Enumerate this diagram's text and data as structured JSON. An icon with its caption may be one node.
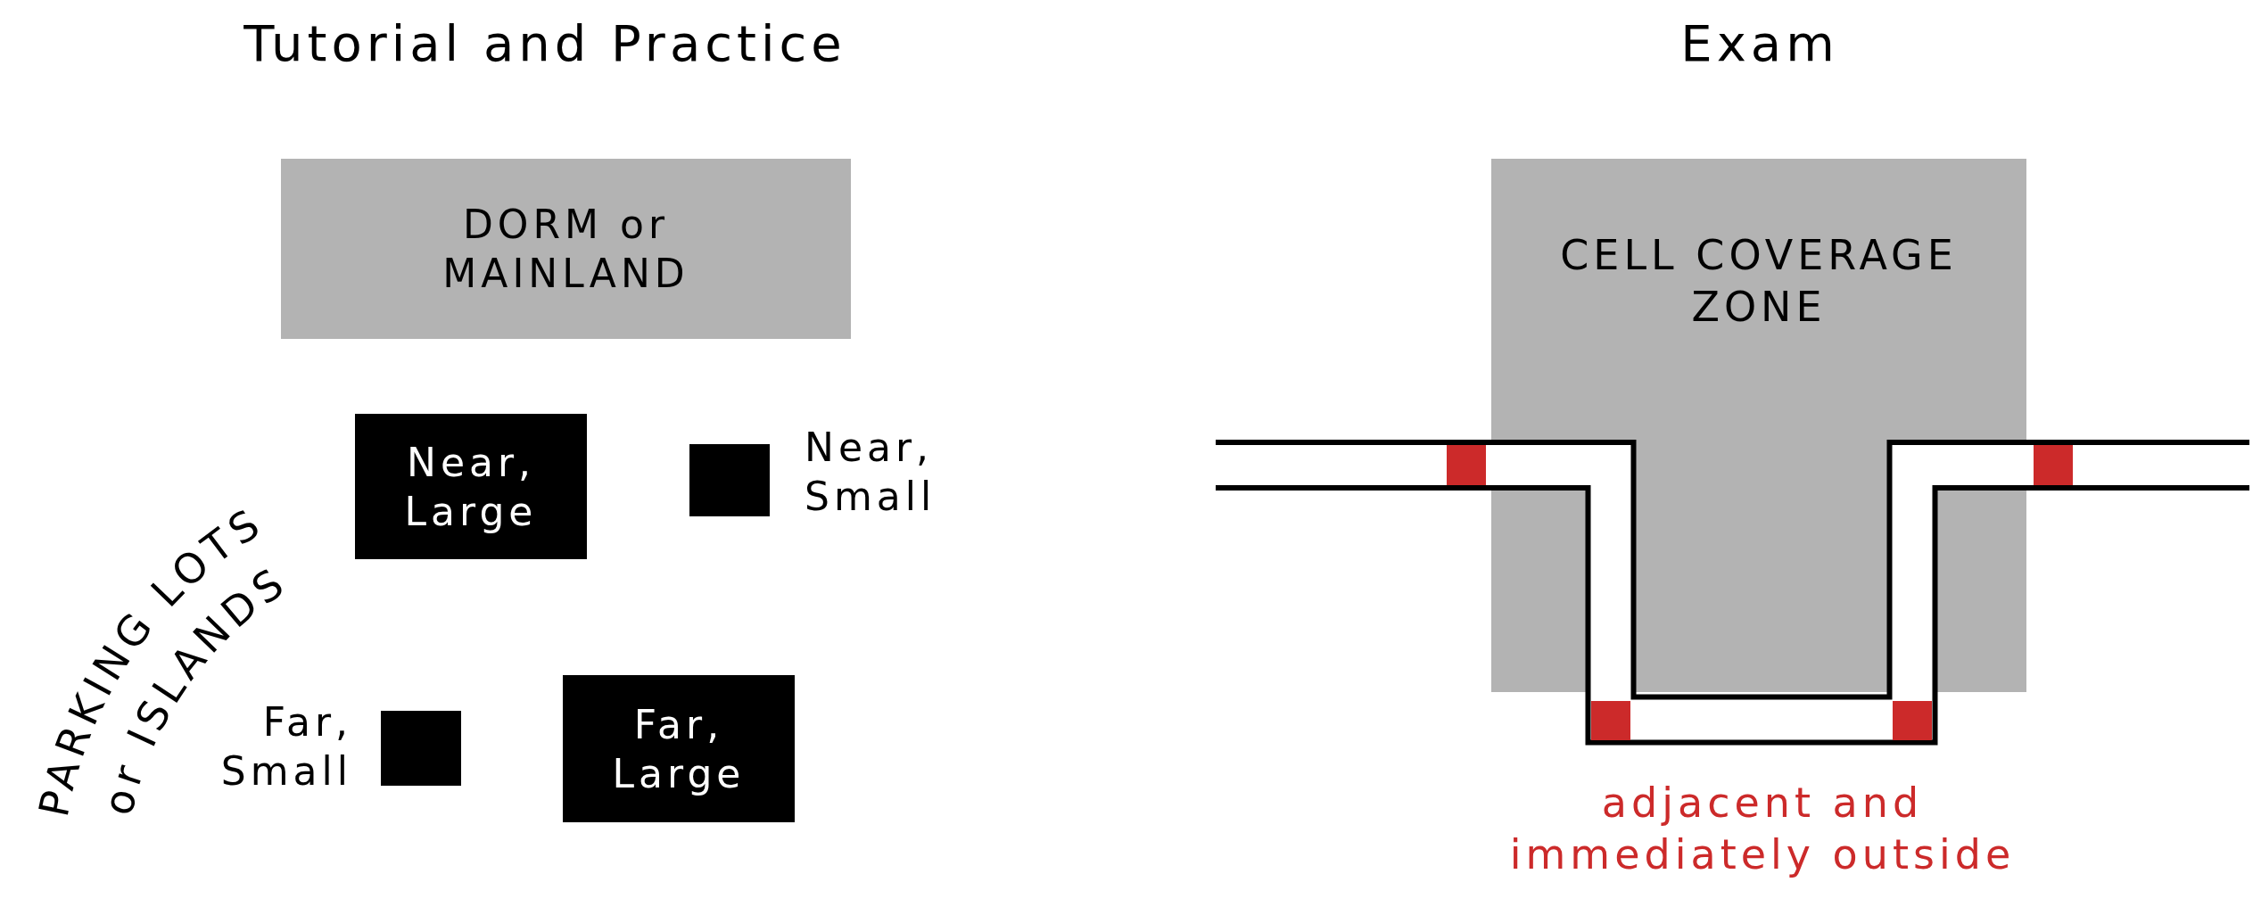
{
  "diagram": {
    "nodes": [
      {
        "text": [
          "DORM or MAINLAND"
        ]
      },
      {
        "text": [
          "Near, Large"
        ]
      },
      {
        "text": [],
        "shape": "box",
        "beside": [
          "Near, Small"
        ]
      },
      {
        "text": [],
        "shape": "box",
        "beside": [
          "Far, Small"
        ]
      },
      {
        "text": [
          "Far, Large"
        ]
      },
      {
        "text": [
          "CELL COVERAGE ZONE"
        ]
      }
    ],
    "labels": [
      "Tutorial and Practice",
      "Exam",
      "PARKING LOTS",
      "or ISLANDS",
      "adjacent and immediately outside"
    ]
  }
}
